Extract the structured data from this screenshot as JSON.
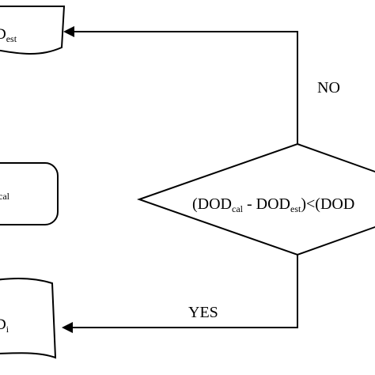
{
  "diagram": {
    "nodes": {
      "top_document": {
        "main": "D",
        "sub": "est"
      },
      "middle_box": {
        "sub": "cal"
      },
      "bottom_document": {
        "main": "D",
        "sub": "i"
      },
      "decision": {
        "part1": "(DOD",
        "sub1": "cal",
        "part2": " - DOD",
        "sub2": "est",
        "part3": ")<(DOD"
      }
    },
    "edges": {
      "no_label": "NO",
      "yes_label": "YES"
    }
  }
}
